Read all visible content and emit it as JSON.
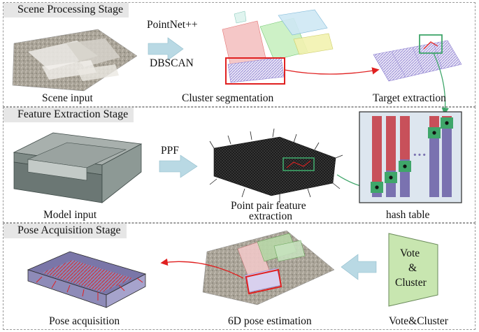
{
  "stages": {
    "scene": {
      "title": "Scene Processing Stage"
    },
    "feature": {
      "title": "Feature Extraction Stage"
    },
    "pose": {
      "title": "Pose Acquisition Stage"
    }
  },
  "methods": {
    "pointnet": "PointNet++",
    "dbscan": "DBSCAN",
    "ppf": "PPF"
  },
  "labels": {
    "scene_input": "Scene input",
    "cluster_segmentation": "Cluster segmentation",
    "target_extraction": "Target extraction",
    "model_input": "Model input",
    "ppf_line1": "Point pair feature",
    "ppf_line2": "extraction",
    "hash_table": "hash table",
    "pose_acquisition": "Pose acquisition",
    "pose_estimation": "6D pose estimation",
    "vote_cluster": "Vote&Cluster"
  },
  "vote_box": {
    "line1": "Vote",
    "line2": "&",
    "line3": "Cluster"
  },
  "hash_dots": "···",
  "colors": {
    "arrow_fill": "#b9d9e4",
    "red": "#e02020",
    "green": "#3fa66a",
    "hash_red": "#c8505a",
    "hash_purple": "#7a72b0",
    "hash_panel": "#dde6ef",
    "vote_fill": "#c8e6b0"
  }
}
